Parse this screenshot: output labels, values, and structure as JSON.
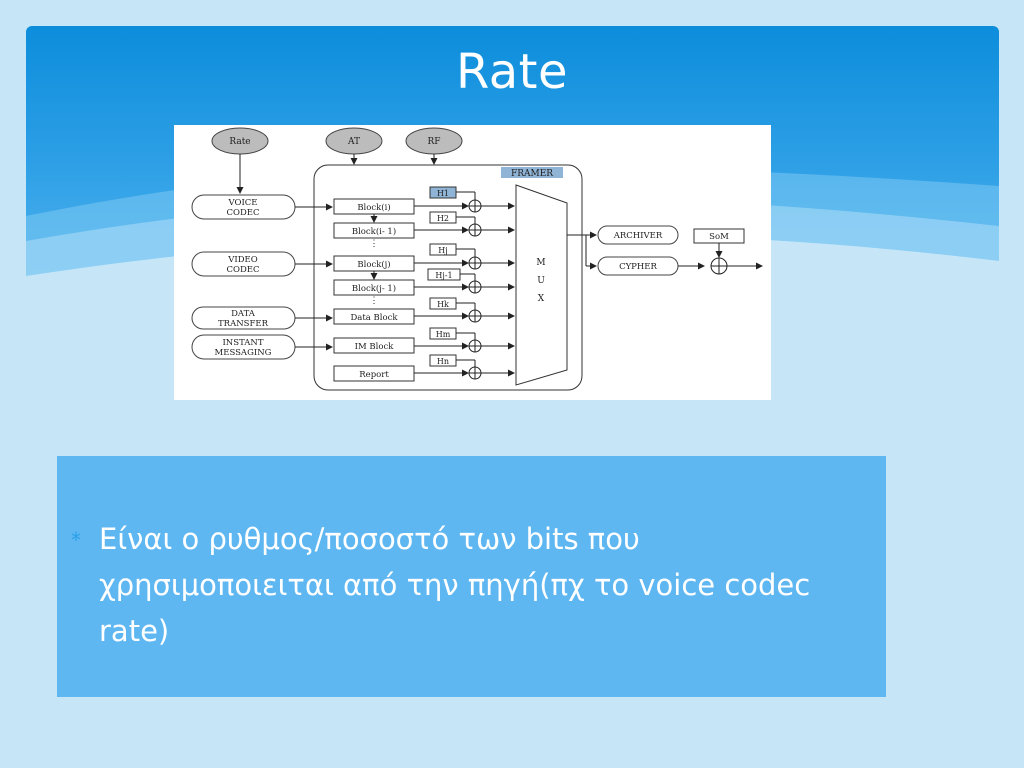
{
  "slide": {
    "title": "Rate",
    "bullet": {
      "mark": "*",
      "text": "Είναι ο ρυθμος/ποσοστό των bits που χρησιμοποιειται από την πηγή(πχ το voice codec rate)"
    }
  },
  "diagram": {
    "top_inputs": [
      "Rate",
      "AT",
      "RF"
    ],
    "framer_label": "FRAMER",
    "sources": [
      [
        "VOICE",
        "CODEC"
      ],
      [
        "VIDEO",
        "CODEC"
      ],
      [
        "DATA",
        "TRANSFER"
      ],
      [
        "INSTANT",
        "MESSAGING"
      ]
    ],
    "blocks": [
      "Block(i)",
      "Block(i- 1)",
      "Block(j)",
      "Block(j- 1)",
      "Data Block",
      "IM Block",
      "Report"
    ],
    "headers": [
      "H1",
      "H2",
      "Hj",
      "Hj-1",
      "Hk",
      "Hm",
      "Hn"
    ],
    "mux_letters": [
      "M",
      "U",
      "X"
    ],
    "outputs": [
      "ARCHIVER",
      "CYPHER"
    ],
    "som_label": "SoM"
  },
  "colors": {
    "banner": "#0c8ddb",
    "background": "#c6e6f8",
    "content_box": "#5fb7f2",
    "bullet": "#2aa0e8",
    "header_highlight": "#8fb4d6"
  }
}
